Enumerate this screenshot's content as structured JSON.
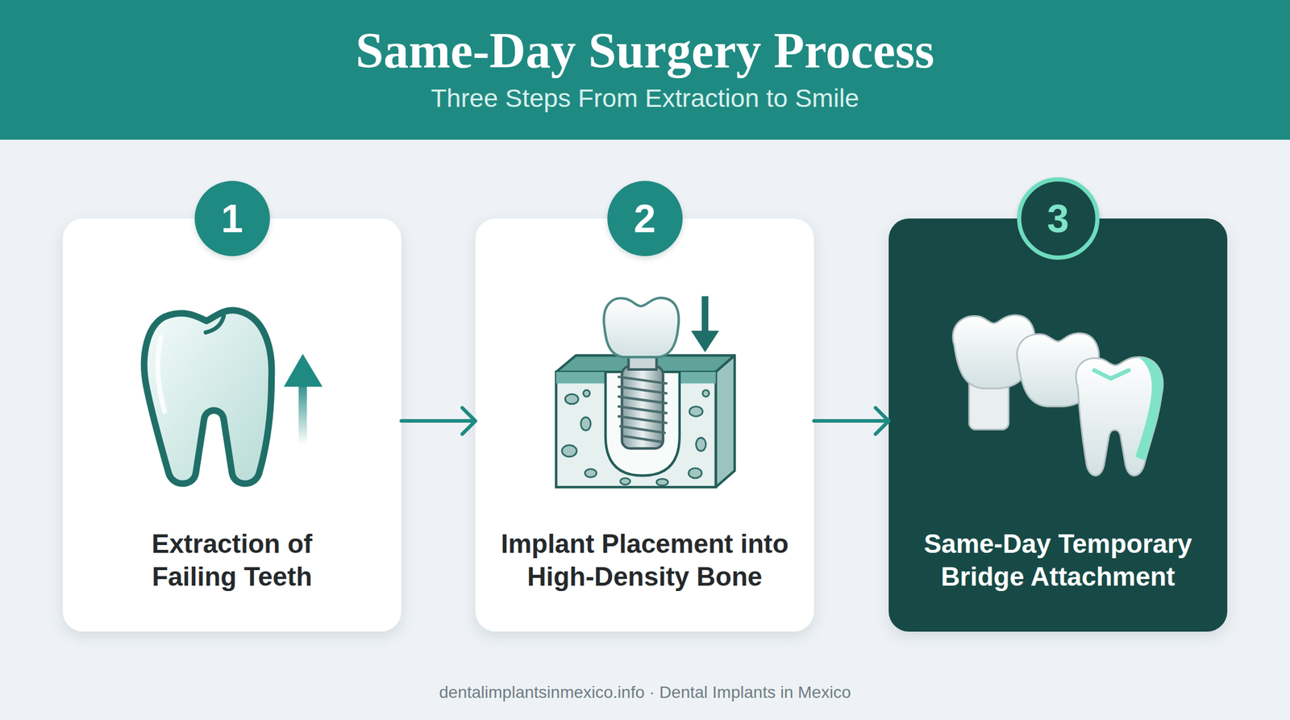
{
  "diagram": {
    "title": "Same-Day Surgery Process",
    "nodes": [
      {
        "text": [
          "Extraction of Failing Teeth"
        ]
      },
      {
        "text": [
          "1"
        ],
        "in": 0
      },
      {
        "text": [
          "Implant Placement into High-Density Bone"
        ]
      },
      {
        "text": [
          "2"
        ],
        "in": 2
      },
      {
        "text": [
          "Same-Day Temporary Bridge Attachment"
        ]
      },
      {
        "text": [
          "3"
        ],
        "in": 4
      }
    ],
    "edges": [
      {
        "from": 0,
        "to": 2,
        "arrow": "to"
      },
      {
        "from": 2,
        "to": 4,
        "arrow": "to"
      }
    ],
    "labels": [
      "Three Steps From Extraction to Smile",
      "dentalimplantsinmexico.info · Dental Implants in Mexico"
    ]
  }
}
